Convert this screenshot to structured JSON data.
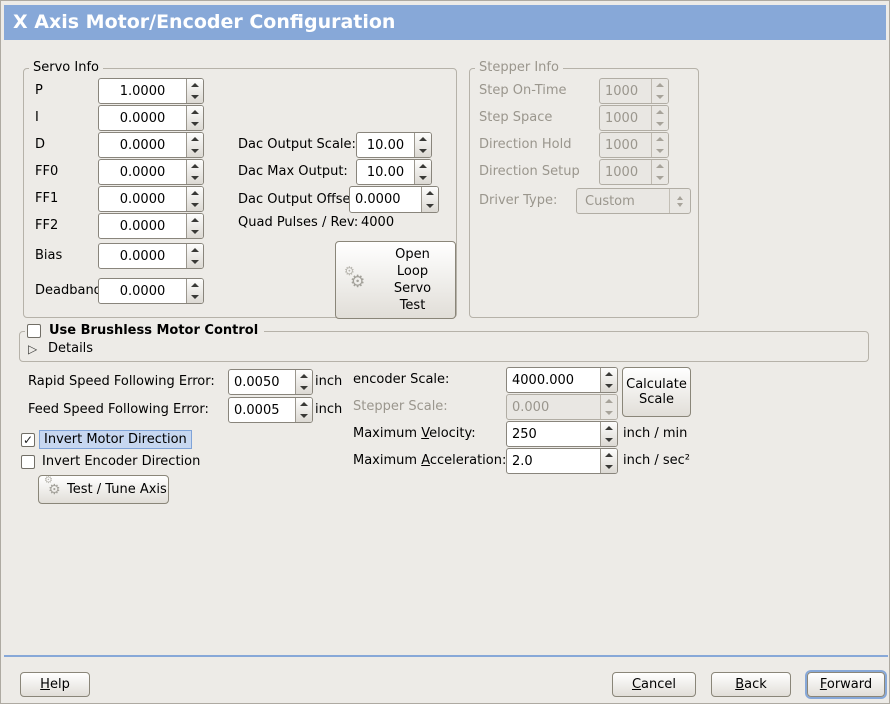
{
  "window": {
    "title": "X Axis Motor/Encoder Configuration"
  },
  "colors": {
    "header": "#87a8d8",
    "focus_ring": "#87a8d8",
    "highlight_bg": "#c7d7f0"
  },
  "servo": {
    "title": "Servo Info",
    "fields": [
      {
        "label": "P",
        "value": "1.0000"
      },
      {
        "label": "I",
        "value": "0.0000"
      },
      {
        "label": "D",
        "value": "0.0000"
      },
      {
        "label": "FF0",
        "value": "0.0000"
      },
      {
        "label": "FF1",
        "value": "0.0000"
      },
      {
        "label": "FF2",
        "value": "0.0000"
      },
      {
        "label": "Bias",
        "value": "0.0000"
      },
      {
        "label": "Deadband",
        "value": "0.0000"
      }
    ]
  },
  "dac": {
    "scale_label": "Dac Output Scale:",
    "scale_value": "10.00",
    "max_label": "Dac Max Output:",
    "max_value": "10.00",
    "offset_label": "Dac Output Offset:",
    "offset_value": "0.0000",
    "quad_label": "Quad Pulses / Rev:",
    "quad_value": "4000",
    "open_loop_button": "Open\nLoop\nServo\nTest"
  },
  "stepper": {
    "title": "Stepper Info",
    "fields": [
      {
        "label": "Step On-Time",
        "value": "1000"
      },
      {
        "label": "Step Space",
        "value": "1000"
      },
      {
        "label": "Direction Hold",
        "value": "1000"
      },
      {
        "label": "Direction Setup",
        "value": "1000"
      }
    ],
    "driver_label": "Driver Type:",
    "driver_value": "Custom"
  },
  "brushless": {
    "checkbox_label": "Use Brushless Motor Control",
    "details_label": "Details",
    "expander_glyph": "▷"
  },
  "following_error": {
    "rapid_label": "Rapid Speed Following Error:",
    "rapid_value": "0.0050",
    "rapid_unit": "inch",
    "feed_label": "Feed Speed Following Error:",
    "feed_value": "0.0005",
    "feed_unit": "inch"
  },
  "scale": {
    "encoder_label": "encoder Scale:",
    "encoder_value": "4000.000",
    "calculate_button": "Calculate Scale",
    "stepper_label": "Stepper Scale:",
    "stepper_value": "0.000",
    "velocity_pre": "Maximum ",
    "velocity_m": "V",
    "velocity_rest": "elocity:",
    "velocity_value": "250",
    "velocity_unit": "inch / min",
    "accel_pre": "Maximum ",
    "accel_m": "A",
    "accel_rest": "cceleration:",
    "accel_value": "2.0",
    "accel_unit": "inch / sec²"
  },
  "invert": {
    "motor_label": "Invert Motor Direction",
    "motor_checked": "✓",
    "encoder_label": "Invert Encoder Direction"
  },
  "test_tune_button": "Test / Tune Axis",
  "icons": {
    "gear": "⚙"
  },
  "nav": {
    "help": {
      "m": "H",
      "rest": "elp"
    },
    "cancel": {
      "m": "C",
      "rest": "ancel"
    },
    "back": {
      "m": "B",
      "rest": "ack"
    },
    "forward": {
      "m": "F",
      "rest": "orward"
    }
  }
}
